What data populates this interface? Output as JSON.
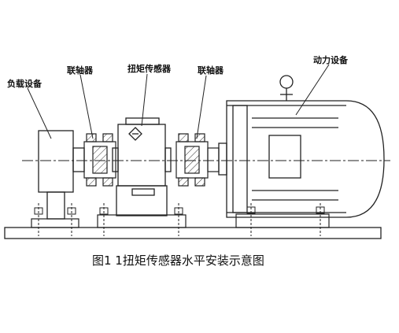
{
  "labels": {
    "load_device": "负载设备",
    "coupling_left": "联轴器",
    "torque_sensor": "扭矩传感器",
    "coupling_right": "联轴器",
    "power_device": "动力设备"
  },
  "caption": "图1 1扭矩传感器水平安装示意图"
}
